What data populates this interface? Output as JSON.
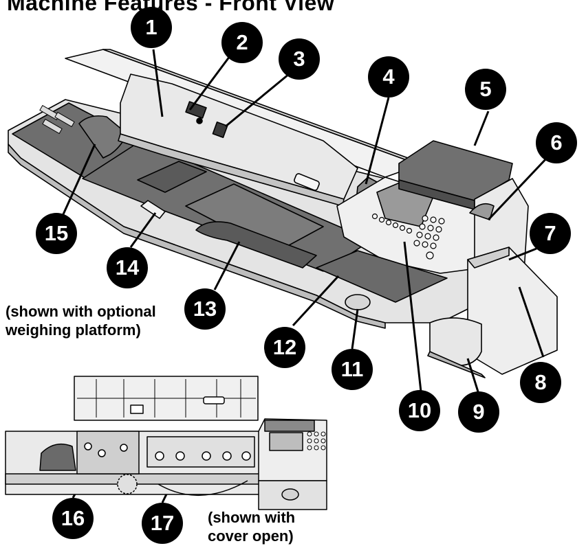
{
  "header": {
    "partial_text": "Machine Features - Front View"
  },
  "captions": {
    "weighing_note": "(shown with optional\nweighing platform)",
    "cover_note": "(shown with\ncover open)"
  },
  "callouts": [
    "1",
    "2",
    "3",
    "4",
    "5",
    "6",
    "7",
    "8",
    "9",
    "10",
    "11",
    "12",
    "13",
    "14",
    "15",
    "16",
    "17"
  ],
  "colors": {
    "callout_fill": "#000000",
    "callout_text": "#ffffff",
    "body": "#e2e2e2",
    "dark_panel": "#6a6a6a"
  }
}
